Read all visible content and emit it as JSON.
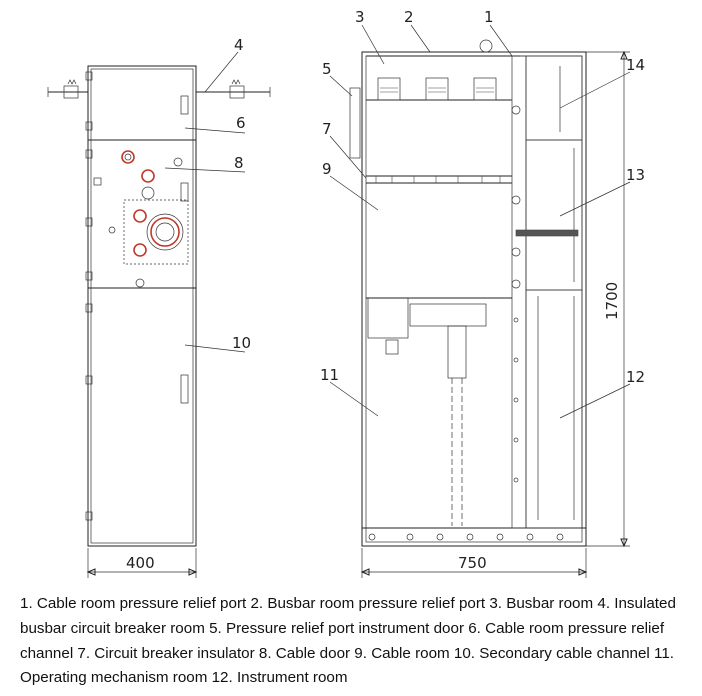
{
  "callouts": {
    "c1": "1",
    "c2": "2",
    "c3": "3",
    "c4": "4",
    "c5": "5",
    "c6": "6",
    "c7": "7",
    "c8": "8",
    "c9": "9",
    "c10": "10",
    "c11": "11",
    "c12": "12",
    "c13": "13",
    "c14": "14"
  },
  "dimensions": {
    "front_width": "400",
    "side_width": "750",
    "height": "1700"
  },
  "caption": "1. Cable room pressure relief port 2. Busbar room pressure relief port 3. Busbar room 4. Insulated busbar circuit breaker room 5. Pressure relief port instrument door 6. Cable room pressure relief channel 7. Circuit breaker insulator 8. Cable door 9. Cable room 10. Secondary cable channel 11. Operating mechanism room 12. Instrument room"
}
